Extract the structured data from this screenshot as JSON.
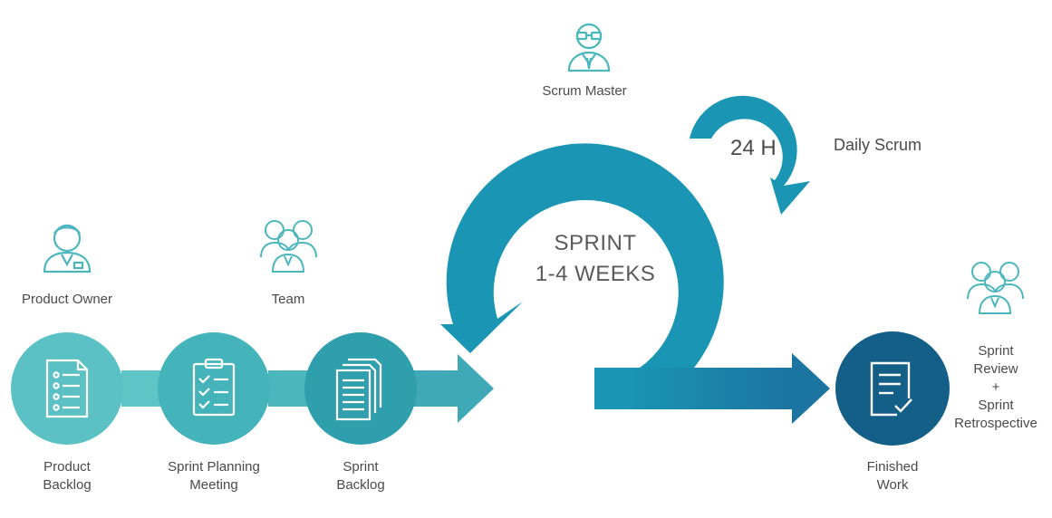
{
  "roles": {
    "scrum_master": "Scrum Master",
    "product_owner": "Product Owner",
    "team": "Team"
  },
  "stages": {
    "product_backlog": [
      "Product",
      "Backlog"
    ],
    "sprint_planning": [
      "Sprint Planning",
      "Meeting"
    ],
    "sprint_backlog": [
      "Sprint",
      "Backlog"
    ],
    "finished_work": [
      "Finished",
      "Work"
    ]
  },
  "sprint": {
    "line1": "SPRINT",
    "line2": "1-4 WEEKS"
  },
  "daily": {
    "hours": "24 H",
    "label": "Daily Scrum"
  },
  "review": [
    "Sprint",
    "Review",
    "+",
    "Sprint",
    "Retrospective"
  ],
  "colors": {
    "teal_light": "#5cc3c6",
    "teal_mid": "#3aa8b5",
    "blue": "#1a93b2",
    "blue_dark": "#1c6d96",
    "navy": "#135f87",
    "text": "#4a4a4a"
  }
}
